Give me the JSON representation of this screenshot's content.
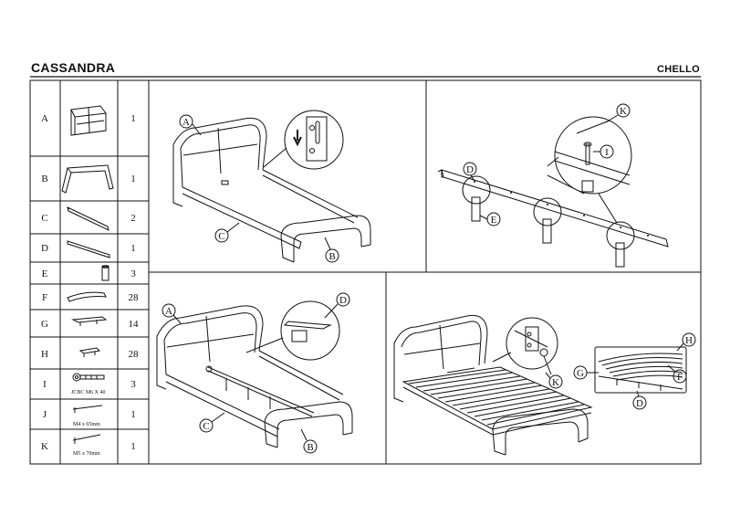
{
  "header": {
    "title_left": "CASSANDRA",
    "title_right": "CHELLO"
  },
  "parts": [
    {
      "id": "A",
      "qty": "1",
      "caption": ""
    },
    {
      "id": "B",
      "qty": "1",
      "caption": ""
    },
    {
      "id": "C",
      "qty": "2",
      "caption": ""
    },
    {
      "id": "D",
      "qty": "1",
      "caption": ""
    },
    {
      "id": "E",
      "qty": "3",
      "caption": ""
    },
    {
      "id": "F",
      "qty": "28",
      "caption": ""
    },
    {
      "id": "G",
      "qty": "14",
      "caption": ""
    },
    {
      "id": "H",
      "qty": "28",
      "caption": ""
    },
    {
      "id": "I",
      "qty": "3",
      "caption": "JCBC M6 X 40"
    },
    {
      "id": "J",
      "qty": "1",
      "caption": "M4 x 65mm"
    },
    {
      "id": "K",
      "qty": "1",
      "caption": "M5 x 70mm"
    }
  ],
  "callouts": {
    "p1": [
      "A",
      "C",
      "B"
    ],
    "p2": [
      "K",
      "I",
      "D",
      "E"
    ],
    "p3": [
      "A",
      "D",
      "C",
      "B"
    ],
    "p4": [
      "K",
      "H",
      "G",
      "F",
      "D"
    ]
  }
}
